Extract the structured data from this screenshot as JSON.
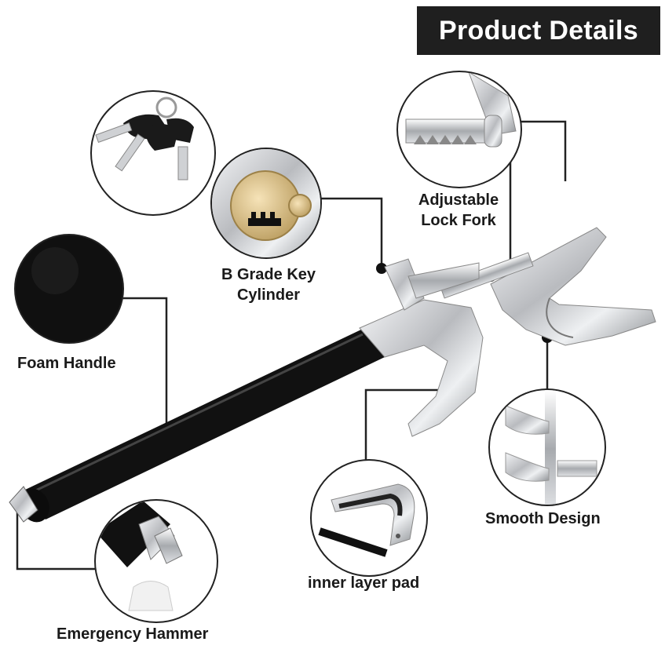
{
  "header": {
    "title": "Product Details"
  },
  "features": {
    "key_cylinder": {
      "line1": "B Grade Key",
      "line2": "Cylinder"
    },
    "lock_fork": {
      "line1": "Adjustable",
      "line2": "Lock Fork"
    },
    "foam_handle": {
      "label": "Foam Handle"
    },
    "smooth_design": {
      "label": "Smooth Design"
    },
    "inner_pad": {
      "label": "inner layer pad"
    },
    "hammer": {
      "label": "Emergency Hammer"
    }
  },
  "colors": {
    "banner": "#1f1f1f",
    "foam": "#111111",
    "chrome": "#c8c9cc",
    "connector": "#222222"
  },
  "icons": [
    "keys-icon",
    "key-cylinder-icon",
    "lock-fork-icon",
    "foam-texture-icon",
    "smooth-design-icon",
    "inner-pad-icon",
    "hammer-tip-icon"
  ]
}
